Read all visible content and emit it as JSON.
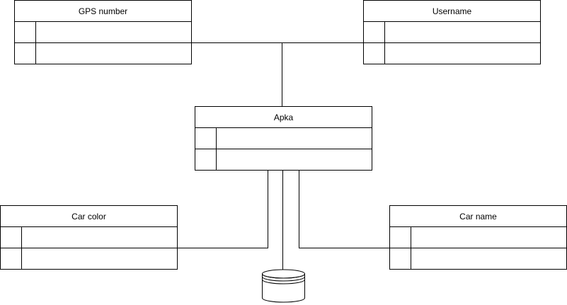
{
  "diagram": {
    "entities": {
      "gps": {
        "title": "GPS number"
      },
      "user": {
        "title": "Username"
      },
      "apka": {
        "title": "Apka"
      },
      "color": {
        "title": "Car color"
      },
      "carname": {
        "title": "Car name"
      }
    },
    "database": {
      "icon": "database-cylinder-icon"
    },
    "colors": {
      "stroke": "#000000",
      "fill": "#ffffff"
    }
  }
}
